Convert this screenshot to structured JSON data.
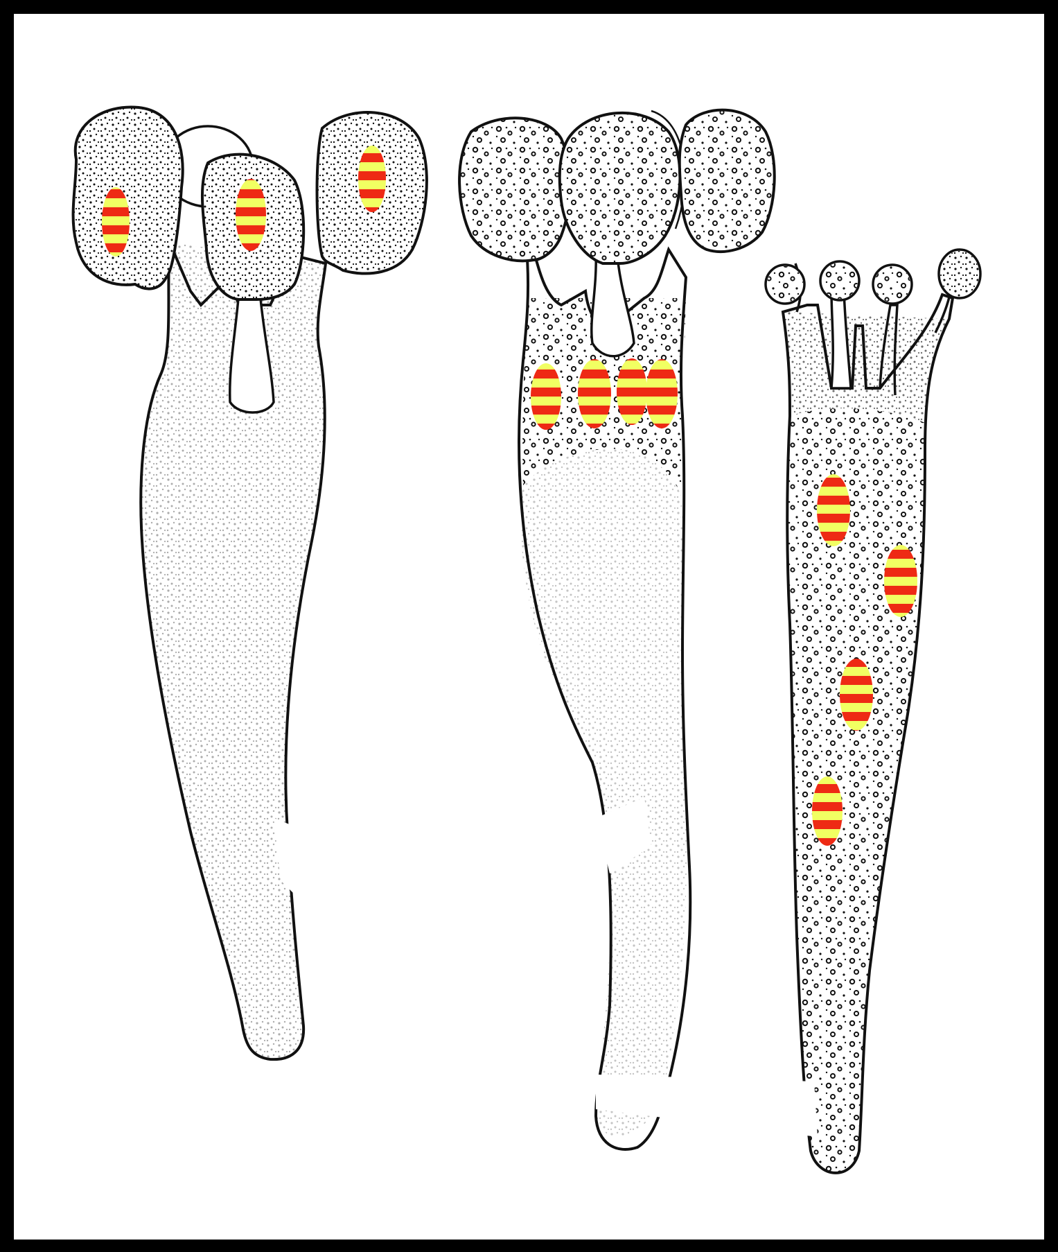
{
  "figure": {
    "background_color": "#ffffff",
    "frame_color": "#000000",
    "ink_color": "#111111",
    "nucleus_colors": {
      "stripe_a": "#f1ff62",
      "stripe_b": "#ee2a14"
    },
    "panels": [
      {
        "id": "basidium-1",
        "spores": 4,
        "spore_nuclei": 3,
        "body_nuclei": 0,
        "description_icon": "basidium-mature-spores"
      },
      {
        "id": "basidium-2",
        "spores": 3,
        "spore_nuclei": 0,
        "body_nuclei": 4,
        "description_icon": "basidium-nuclei-migrating"
      },
      {
        "id": "basidium-3",
        "spores": 4,
        "spore_nuclei": 0,
        "body_nuclei": 4,
        "description_icon": "basidium-young-sterigmata"
      }
    ]
  }
}
